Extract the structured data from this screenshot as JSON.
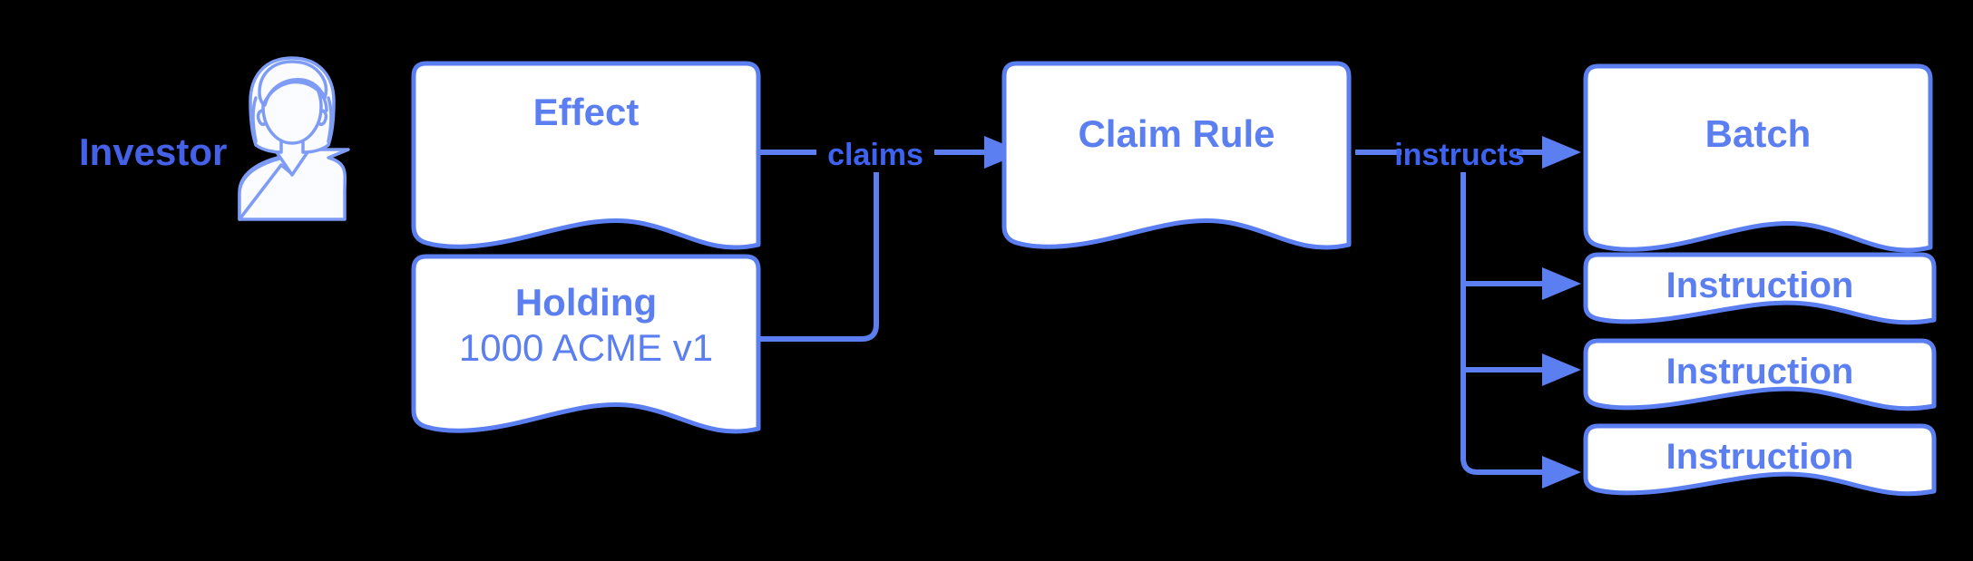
{
  "diagram": {
    "type": "flow-diagram",
    "background_color": "#000000",
    "accent_color": "#5B7FF0",
    "node_fill_color": "#FFFFFF",
    "actor_label_color": "#4461E8",
    "actor": {
      "label": "Investor",
      "icon": "person-avatar-icon"
    },
    "nodes": [
      {
        "id": "effect",
        "shape": "document",
        "title": "Effect",
        "subtitle": ""
      },
      {
        "id": "holding",
        "shape": "document",
        "title": "Holding",
        "subtitle": "1000 ACME v1"
      },
      {
        "id": "claim-rule",
        "shape": "document",
        "title": "Claim Rule",
        "subtitle": ""
      },
      {
        "id": "batch",
        "shape": "document",
        "title": "Batch",
        "subtitle": ""
      },
      {
        "id": "instruction-1",
        "shape": "document",
        "title": "Instruction",
        "subtitle": ""
      },
      {
        "id": "instruction-2",
        "shape": "document",
        "title": "Instruction",
        "subtitle": ""
      },
      {
        "id": "instruction-3",
        "shape": "document",
        "title": "Instruction",
        "subtitle": ""
      }
    ],
    "edges": [
      {
        "id": "claims",
        "label": "claims",
        "from": "effect",
        "to": "claim-rule"
      },
      {
        "id": "claims-holding",
        "label": "",
        "from": "holding",
        "to": "claim-rule"
      },
      {
        "id": "instructs",
        "label": "instructs",
        "from": "claim-rule",
        "to": "batch"
      },
      {
        "id": "instructs-1",
        "label": "",
        "from": "claim-rule",
        "to": "instruction-1"
      },
      {
        "id": "instructs-2",
        "label": "",
        "from": "claim-rule",
        "to": "instruction-2"
      },
      {
        "id": "instructs-3",
        "label": "",
        "from": "claim-rule",
        "to": "instruction-3"
      }
    ]
  }
}
